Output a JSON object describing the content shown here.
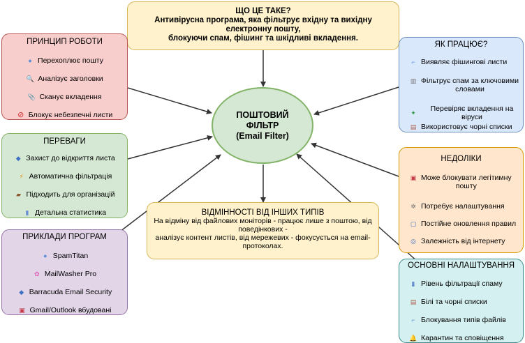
{
  "center": {
    "line1": "ПОШТОВИЙ",
    "line2": "ФІЛЬТР",
    "line3": "(Email Filter)"
  },
  "what_is": {
    "title": "ЩО ЦЕ ТАКЕ?",
    "lines": [
      "Антивірусна програма, яка фільтрує вхідну та вихідну",
      "електронну пошту,",
      "блокуючи спам, фішинг та шкідливі вкладення."
    ]
  },
  "principle": {
    "title": "ПРИНЦИП РОБОТИ",
    "items": [
      {
        "icon": "●",
        "text": "Перехоплює пошту"
      },
      {
        "icon": "🔍",
        "text": "Аналізує заголовки"
      },
      {
        "icon": "📎",
        "text": "Сканує вкладення"
      },
      {
        "icon": "⊘",
        "text": "Блокує небезпечні листи"
      }
    ]
  },
  "advantages": {
    "title": "ПЕРЕВАГИ",
    "items": [
      {
        "icon": "◆",
        "text": "Захист до відкриття листа"
      },
      {
        "icon": "⚡",
        "text": "Автоматична фільтрація"
      },
      {
        "icon": "▰",
        "text": "Підходить для організацій"
      },
      {
        "icon": "▮",
        "text": "Детальна статистика"
      }
    ]
  },
  "examples": {
    "title": "ПРИКЛАДИ ПРОГРАМ",
    "items": [
      {
        "icon": "●",
        "text": "SpamTitan"
      },
      {
        "icon": "✿",
        "text": "MailWasher Pro"
      },
      {
        "icon": "◆",
        "text": "Barracuda Email Security"
      },
      {
        "icon": "▣",
        "text": "Gmail/Outlook вбудовані"
      }
    ]
  },
  "how_works": {
    "title": "ЯК ПРАЦЮЄ?",
    "items": [
      {
        "icon": "⌐",
        "text": "Виявляє фішингові листи"
      },
      {
        "icon": "▥",
        "text": "Фільтрує спам за ключовими",
        "text2": "словами"
      },
      {
        "icon": "✦",
        "text": "Перевіряє вкладення на віруси"
      },
      {
        "icon": "▤",
        "text": "Використовує чорні списки"
      }
    ]
  },
  "drawbacks": {
    "title": "НЕДОЛІКИ",
    "items": [
      {
        "icon": "▣",
        "text": "Може блокувати легітимну",
        "text2": "пошту"
      },
      {
        "icon": "✲",
        "text": "Потребує налаштування"
      },
      {
        "icon": "▢",
        "text": "Постійне оновлення правил"
      },
      {
        "icon": "◎",
        "text": "Залежність від інтернету"
      }
    ]
  },
  "differences": {
    "title": "ВІДМІННОСТІ ВІД ІНШИХ ТИПІВ",
    "lines": [
      "На відміну від файлових моніторів - працює лише з поштою, від",
      "поведінкових -",
      "аналізує контент листів, від мережевих - фокусується на email-",
      "протоколах."
    ]
  },
  "settings": {
    "title": "ОСНОВНІ НАЛАШТУВАННЯ",
    "items": [
      {
        "icon": "▮",
        "text": "Рівень фільтрації спаму"
      },
      {
        "icon": "▤",
        "text": "Білі та чорні списки"
      },
      {
        "icon": "⌐",
        "text": "Блокування типів файлів"
      },
      {
        "icon": "🔔",
        "text": "Карантин та сповіщення"
      }
    ]
  }
}
